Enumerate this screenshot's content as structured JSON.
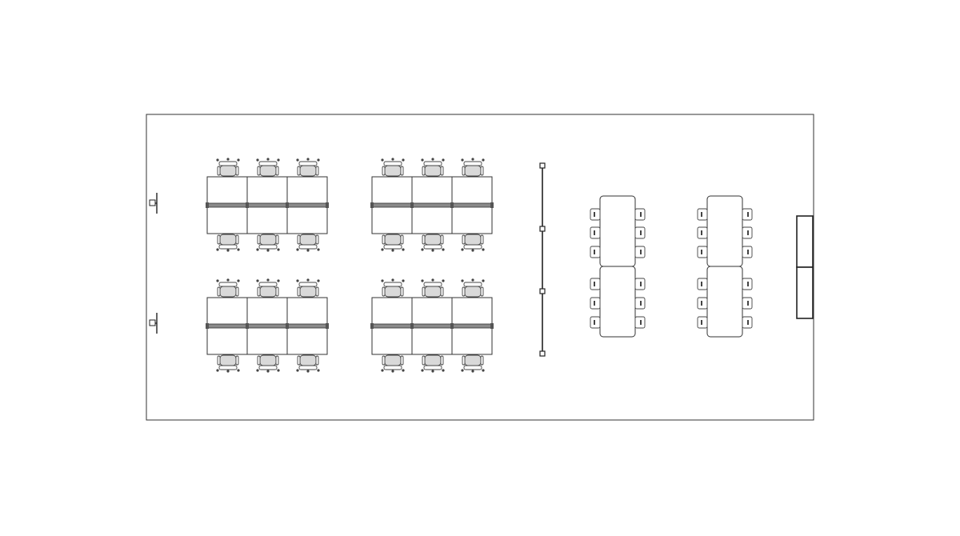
{
  "diagram": {
    "kind": "office floor plan",
    "colors": {
      "line": "#333333",
      "seat_fill": "#d9d9d9",
      "spine_fill": "#8a8a8a",
      "background": "#ffffff"
    },
    "workstation_clusters": [
      {
        "id": "cluster-top-left",
        "desks_per_side": 3,
        "rows": 2,
        "chairs": 6
      },
      {
        "id": "cluster-top-right",
        "desks_per_side": 3,
        "rows": 2,
        "chairs": 6
      },
      {
        "id": "cluster-bottom-left",
        "desks_per_side": 3,
        "rows": 2,
        "chairs": 6
      },
      {
        "id": "cluster-bottom-right",
        "desks_per_side": 3,
        "rows": 2,
        "chairs": 6
      }
    ],
    "meeting_tables": [
      {
        "id": "meeting-table-left",
        "segments": 2,
        "chairs_per_side": 6,
        "chairs": 12
      },
      {
        "id": "meeting-table-right",
        "segments": 2,
        "chairs_per_side": 6,
        "chairs": 12
      }
    ],
    "partition": {
      "posts": 4
    },
    "wall_outlets": 2,
    "cabinet_units": 2
  }
}
